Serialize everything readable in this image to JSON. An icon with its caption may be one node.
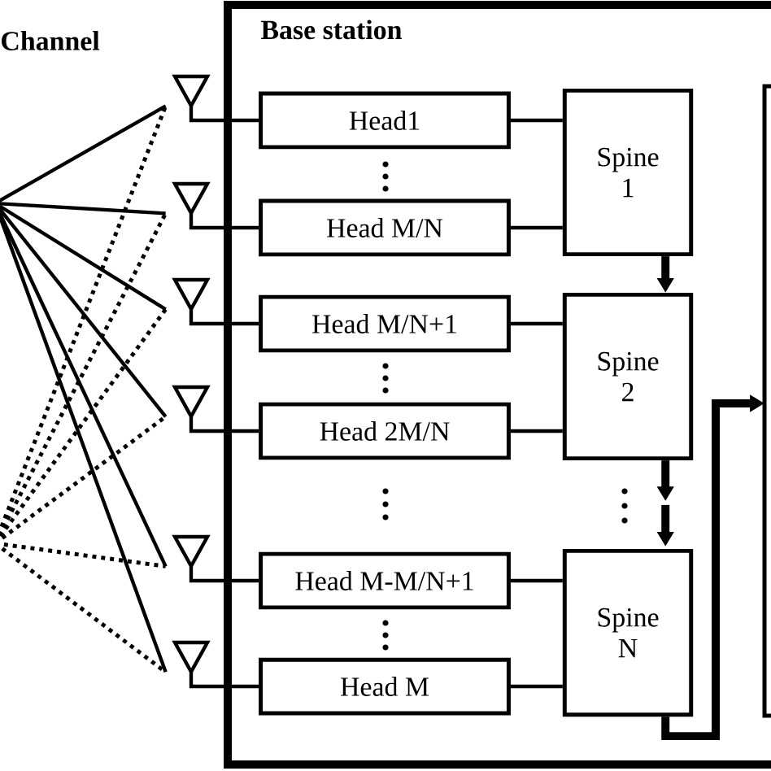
{
  "diagram": {
    "nodes": [
      {
        "text": [
          "Base station"
        ]
      },
      {
        "text": [
          "Head1"
        ],
        "in": 0
      },
      {
        "text": [
          "Head M/N"
        ],
        "in": 0
      },
      {
        "text": [
          "Head M/N+1"
        ],
        "in": 0
      },
      {
        "text": [
          "Head 2M/N"
        ],
        "in": 0
      },
      {
        "text": [
          "Head M-M/N+1"
        ],
        "in": 0
      },
      {
        "text": [
          "Head M"
        ],
        "in": 0
      },
      {
        "text": [
          "Spine 1"
        ],
        "in": 0
      },
      {
        "text": [
          "Spine 2"
        ],
        "in": 0
      },
      {
        "text": [
          "Spine N"
        ],
        "in": 0
      },
      {
        "text": [],
        "shape": "box",
        "in": 0
      },
      {
        "text": [],
        "shape": "antenna"
      },
      {
        "text": [],
        "shape": "antenna"
      },
      {
        "text": [],
        "shape": "antenna"
      },
      {
        "text": [],
        "shape": "antenna"
      },
      {
        "text": [],
        "shape": "antenna"
      },
      {
        "text": [],
        "shape": "antenna"
      }
    ],
    "edges": [
      {
        "from": null,
        "to": 11,
        "arrow": "none"
      },
      {
        "from": null,
        "to": 12,
        "arrow": "none"
      },
      {
        "from": null,
        "to": 13,
        "arrow": "none"
      },
      {
        "from": null,
        "to": 14,
        "arrow": "none"
      },
      {
        "from": null,
        "to": 15,
        "arrow": "none"
      },
      {
        "from": null,
        "to": 16,
        "arrow": "none"
      },
      {
        "from": null,
        "to": 11,
        "arrow": "none",
        "style": "dashed"
      },
      {
        "from": null,
        "to": 12,
        "arrow": "none",
        "style": "dashed"
      },
      {
        "from": null,
        "to": 13,
        "arrow": "none",
        "style": "dashed"
      },
      {
        "from": null,
        "to": 14,
        "arrow": "none",
        "style": "dashed"
      },
      {
        "from": null,
        "to": 15,
        "arrow": "none",
        "style": "dashed"
      },
      {
        "from": null,
        "to": 16,
        "arrow": "none",
        "style": "dashed"
      },
      {
        "from": 11,
        "to": 1,
        "arrow": "none"
      },
      {
        "from": 12,
        "to": 2,
        "arrow": "none"
      },
      {
        "from": 13,
        "to": 3,
        "arrow": "none"
      },
      {
        "from": 14,
        "to": 4,
        "arrow": "none"
      },
      {
        "from": 15,
        "to": 5,
        "arrow": "none"
      },
      {
        "from": 16,
        "to": 6,
        "arrow": "none"
      },
      {
        "from": 1,
        "to": 7,
        "arrow": "none"
      },
      {
        "from": 2,
        "to": 7,
        "arrow": "none"
      },
      {
        "from": 3,
        "to": 8,
        "arrow": "none"
      },
      {
        "from": 4,
        "to": 8,
        "arrow": "none"
      },
      {
        "from": 5,
        "to": 9,
        "arrow": "none"
      },
      {
        "from": 6,
        "to": 9,
        "arrow": "none"
      },
      {
        "from": 7,
        "to": 8,
        "arrow": "to",
        "style": "thick"
      },
      {
        "from": 8,
        "to": null,
        "arrow": "to",
        "style": "thick"
      },
      {
        "from": null,
        "to": 9,
        "arrow": "to",
        "style": "thick"
      },
      {
        "from": 9,
        "to": 10,
        "arrow": "to",
        "style": "thick"
      }
    ],
    "labels": [
      "Channel"
    ]
  }
}
